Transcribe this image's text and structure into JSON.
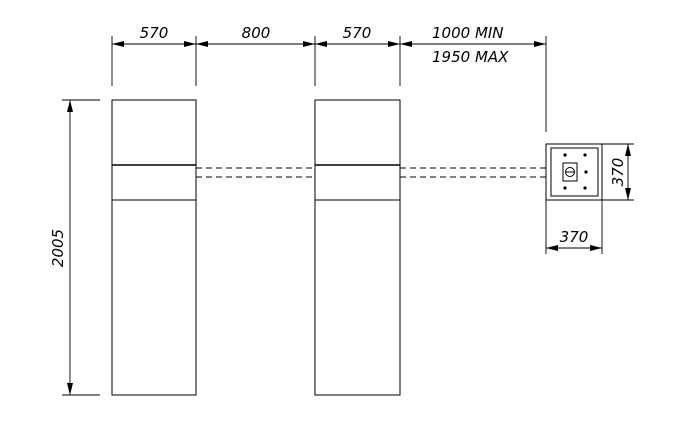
{
  "dimensions": {
    "width_left": "570",
    "gap": "800",
    "width_right": "570",
    "distance_min": "1000 MIN",
    "distance_max": "1950 MAX",
    "height": "2005",
    "box_height": "370",
    "box_width": "370"
  }
}
